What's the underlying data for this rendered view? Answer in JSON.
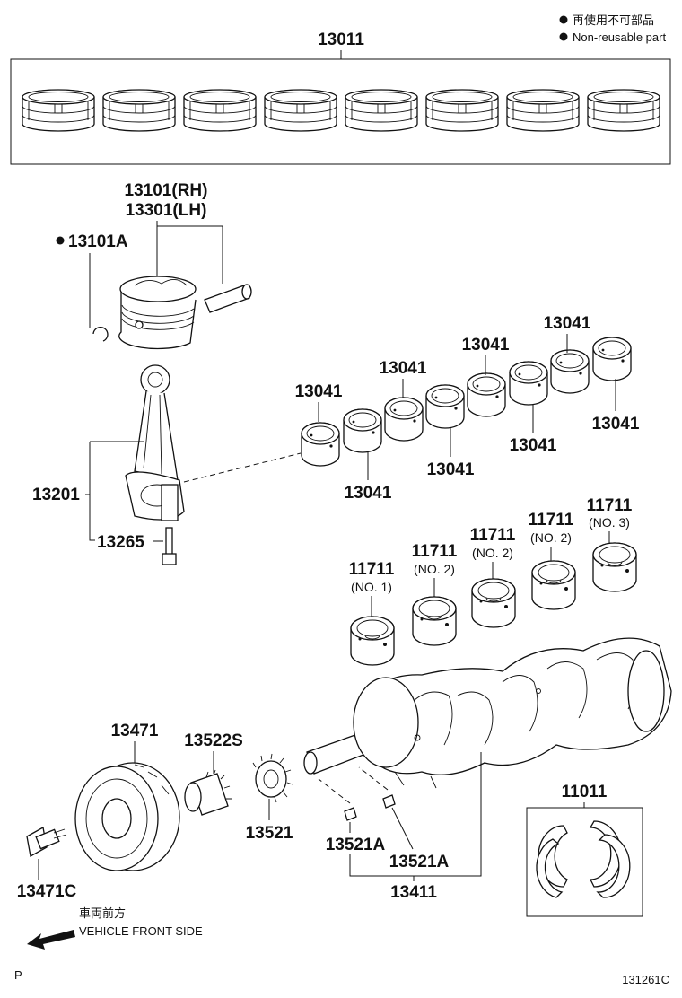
{
  "legend": {
    "line_jp": "再使用不可部品",
    "line_en": "Non-reusable part"
  },
  "labels": {
    "p13011": "13011",
    "p13101rh": "13101(RH)",
    "p13301lh": "13301(LH)",
    "p13101a": "13101A",
    "p13201": "13201",
    "p13265": "13265",
    "p13041": "13041",
    "p11711": "11711",
    "no1": "(NO. 1)",
    "no2": "(NO. 2)",
    "no3": "(NO. 3)",
    "p13471": "13471",
    "p13522s": "13522S",
    "p13521": "13521",
    "p13521a": "13521A",
    "p13411": "13411",
    "p11011": "11011",
    "p13471c": "13471C"
  },
  "footer": {
    "front_jp": "車両前方",
    "front_en": "VEHICLE FRONT SIDE",
    "corner_left": "P",
    "figure_code": "131261C"
  },
  "icons": {
    "bullet": "filled-circle",
    "direction": "arrow-left-down"
  }
}
